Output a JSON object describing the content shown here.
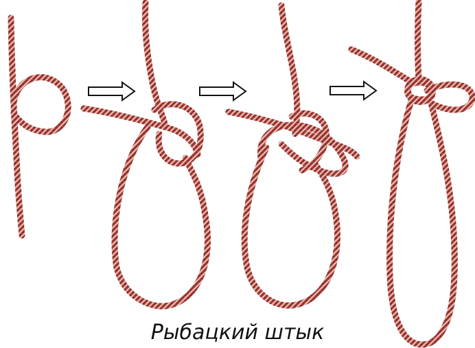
{
  "title": "Рыбацкий штык",
  "steps": [
    {
      "name": "step-1-loop"
    },
    {
      "name": "step-2-turn"
    },
    {
      "name": "step-3-wrap"
    },
    {
      "name": "step-4-tightened"
    }
  ],
  "arrow_count": 3,
  "colors": {
    "rope_base": "#a33a3a",
    "rope_dark": "#7e2626",
    "rope_light": "#e8c3b3",
    "arrow_stroke": "#111111",
    "background": "#ffffff"
  }
}
